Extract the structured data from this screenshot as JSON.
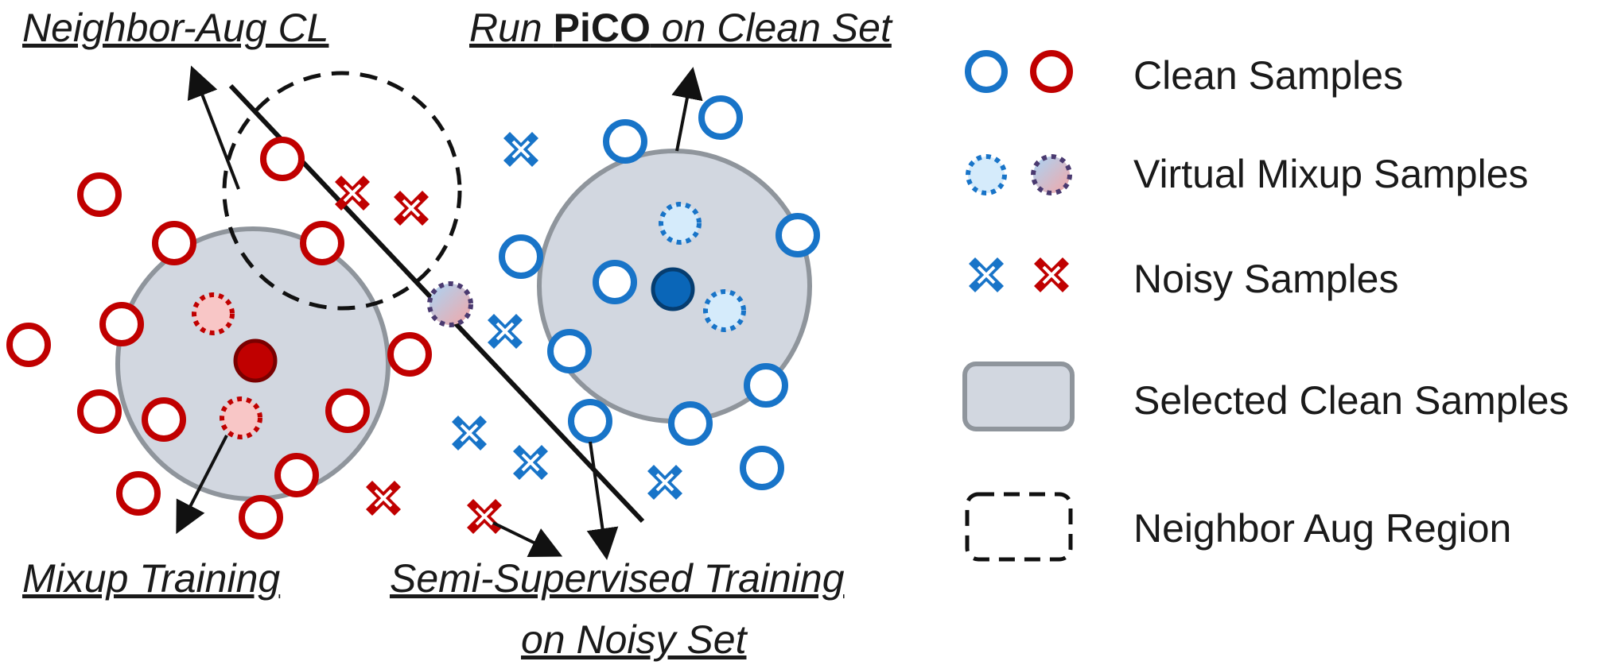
{
  "captions": {
    "neighbor_aug_cl": "Neighbor-Aug CL",
    "run_prefix": "Run ",
    "run_bold": "PiCO",
    "run_suffix": " on Clean Set",
    "mixup_training": "Mixup Training",
    "semi_line1": "Semi-Supervised Training",
    "semi_line2": "on Noisy Set"
  },
  "legend": {
    "clean_samples": "Clean Samples",
    "virtual_mixup_samples": "Virtual Mixup Samples",
    "noisy_samples": "Noisy Samples",
    "selected_clean_samples": "Selected Clean Samples",
    "neighbor_aug_region": "Neighbor Aug Region"
  },
  "colors": {
    "blue": "#1874c8",
    "red": "#c00000",
    "light_blue": "#d5ebfb",
    "light_red": "#f8c6c6",
    "region_fill": "#d2d7e0",
    "region_stroke": "#8f959c",
    "center_red": "#c00000",
    "center_blue": "#0a66b8"
  }
}
